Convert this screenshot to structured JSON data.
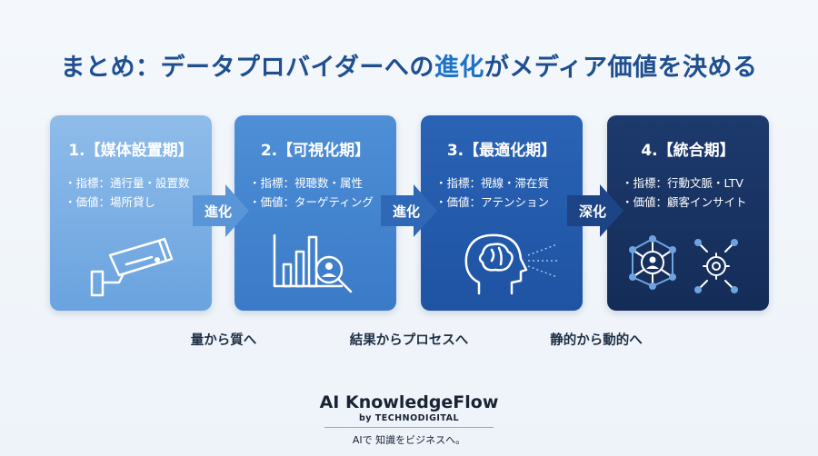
{
  "title": {
    "prefix": "まとめ：データプロバイダーへの",
    "highlight": "進化",
    "suffix": "がメディア価値を決める"
  },
  "stages": [
    {
      "label": "1.【媒体設置期】",
      "items": [
        "指標：通行量・設置数",
        "価値：場所貸し"
      ],
      "icon": "security-camera-icon"
    },
    {
      "label": "2.【可視化期】",
      "items": [
        "指標：視聴数・属性",
        "価値：ターゲティング"
      ],
      "icon": "bar-chart-magnifier-icon"
    },
    {
      "label": "3.【最適化期】",
      "items": [
        "指標：視線・滞在質",
        "価値：アテンション"
      ],
      "icon": "brain-head-icon"
    },
    {
      "label": "4.【統合期】",
      "items": [
        "指標：行動文脈・LTV",
        "価値：顧客インサイト"
      ],
      "icon": "network-gear-icon"
    }
  ],
  "arrows": [
    "進化",
    "進化",
    "深化"
  ],
  "bottom_labels": [
    "量から質へ",
    "結果からプロセスへ",
    "静的から動的へ"
  ],
  "footer": {
    "brand": "AI KnowledgeFlow",
    "by": "by TECHNODIGITAL",
    "tagline": "AIで 知識をビジネスへ。"
  },
  "colors": {
    "title": "#1f4f8f",
    "stage1": "#7fb2e6",
    "stage2": "#4485cf",
    "stage3": "#245bac",
    "stage4": "#183463"
  }
}
